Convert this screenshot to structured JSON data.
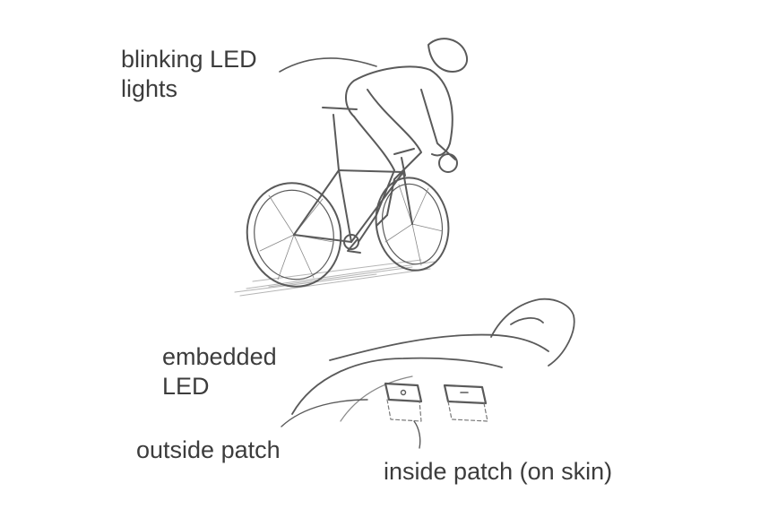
{
  "labels": {
    "blinking_led": [
      "blinking LED",
      "lights"
    ],
    "embedded_led": [
      "embedded",
      "LED"
    ],
    "outside_patch": "outside patch",
    "inside_patch": "inside patch (on skin)"
  },
  "colors": {
    "text": "#3c3c3c",
    "pencil": "#5a5a5a",
    "pencil_light": "#9a9a9a"
  }
}
